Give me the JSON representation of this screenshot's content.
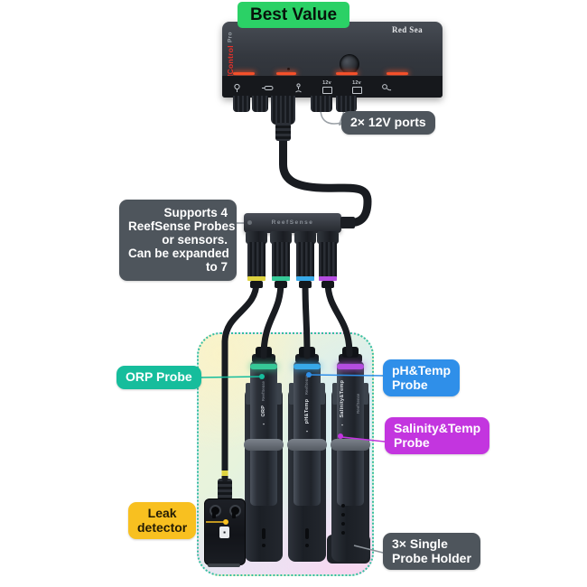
{
  "badge": {
    "label": "Best Value"
  },
  "device": {
    "brand": "Red Sea",
    "model": "ReefControl",
    "model_suffix": "Pro",
    "ports": {
      "v12_label_1": "12v",
      "v12_label_2": "12v"
    }
  },
  "hub": {
    "label": "ReefSense"
  },
  "callouts": {
    "ports_12v": {
      "label": "2× 12V ports"
    },
    "hub_info": {
      "lines": [
        "Supports 4",
        "ReefSense Probes",
        "or sensors.",
        "Can be expanded",
        "to 7"
      ]
    },
    "orp": {
      "label": "ORP Probe"
    },
    "ph": {
      "lines": [
        "pH&Temp",
        "Probe"
      ]
    },
    "salinity": {
      "lines": [
        "Salinity&Temp",
        "Probe"
      ]
    },
    "leak": {
      "lines": [
        "Leak",
        "detector"
      ]
    },
    "holder": {
      "lines": [
        "3× Single",
        "Probe Holder"
      ]
    }
  },
  "probes": [
    {
      "name": "ORP",
      "brand": "ReefSense"
    },
    {
      "name": "pH&Temp",
      "brand": "ReefSense"
    },
    {
      "name": "Salinity&Temp",
      "brand": "ReefSense"
    }
  ],
  "icons": {
    "port_icons": [
      "probe-port-icon",
      "power-barrel-icon",
      "float-sensor-icon",
      "12v-port-icon",
      "12v-port-icon",
      "leak-sensor-icon"
    ],
    "red_sea_logo_glyph": "▪"
  },
  "colors": {
    "badge_green": "#2bd166",
    "callout_dark": "#4e555c",
    "orp_teal": "#16bd9c",
    "ph_blue": "#2f8fe9",
    "salinity_magenta": "#c335df",
    "leak_yellow": "#f8c020",
    "indicator_orange": "#f4502a",
    "brand_red": "#e8312a",
    "ring_orp": "#36c897",
    "ring_ph": "#38a9e8",
    "ring_salinity": "#b44de0",
    "band_yellow": "#ddd23f",
    "panel_border_teal": "#35bfa0",
    "pointer_grey": "#9aa0a6"
  }
}
